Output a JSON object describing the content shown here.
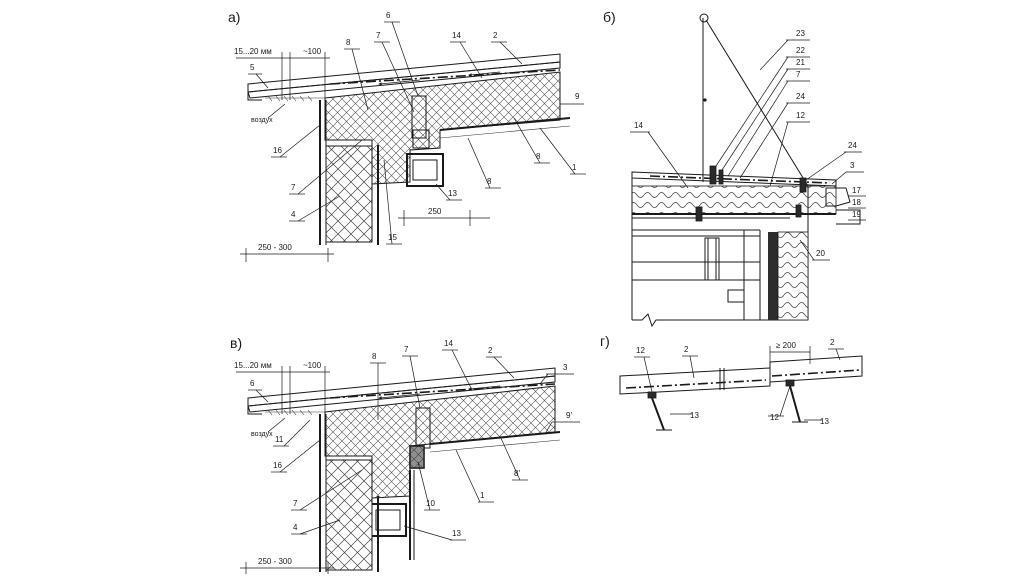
{
  "panels": [
    {
      "id": "a",
      "label": "а)"
    },
    {
      "id": "b",
      "label": "б)"
    },
    {
      "id": "v",
      "label": "в)"
    },
    {
      "id": "g",
      "label": "г)"
    }
  ],
  "panel_a": {
    "dim_gap": "15...20 мм",
    "dim_overhang": "~100",
    "dim_step": "250",
    "dim_wall": "250 - 300",
    "air_label": "воздух",
    "callouts": [
      "6",
      "14",
      "2",
      "8",
      "7",
      "5",
      "9",
      "16",
      "8",
      "1",
      "7",
      "8",
      "13",
      "4",
      "15"
    ]
  },
  "panel_b": {
    "callouts": [
      "23",
      "22",
      "21",
      "7",
      "24",
      "12",
      "14",
      "24",
      "3",
      "17",
      "18",
      "19",
      "20"
    ]
  },
  "panel_v": {
    "dim_gap": "15...20 мм",
    "dim_overhang": "~100",
    "dim_wall": "250 - 300",
    "air_label": "воздух",
    "callouts": [
      "8",
      "7",
      "14",
      "2",
      "3",
      "6",
      "9'",
      "11",
      "16",
      "8'",
      "10",
      "1",
      "7",
      "4",
      "13"
    ]
  },
  "panel_g": {
    "dim_overlap": "≥ 200",
    "callouts": [
      "12",
      "2",
      "2",
      "13",
      "12",
      "13"
    ]
  }
}
